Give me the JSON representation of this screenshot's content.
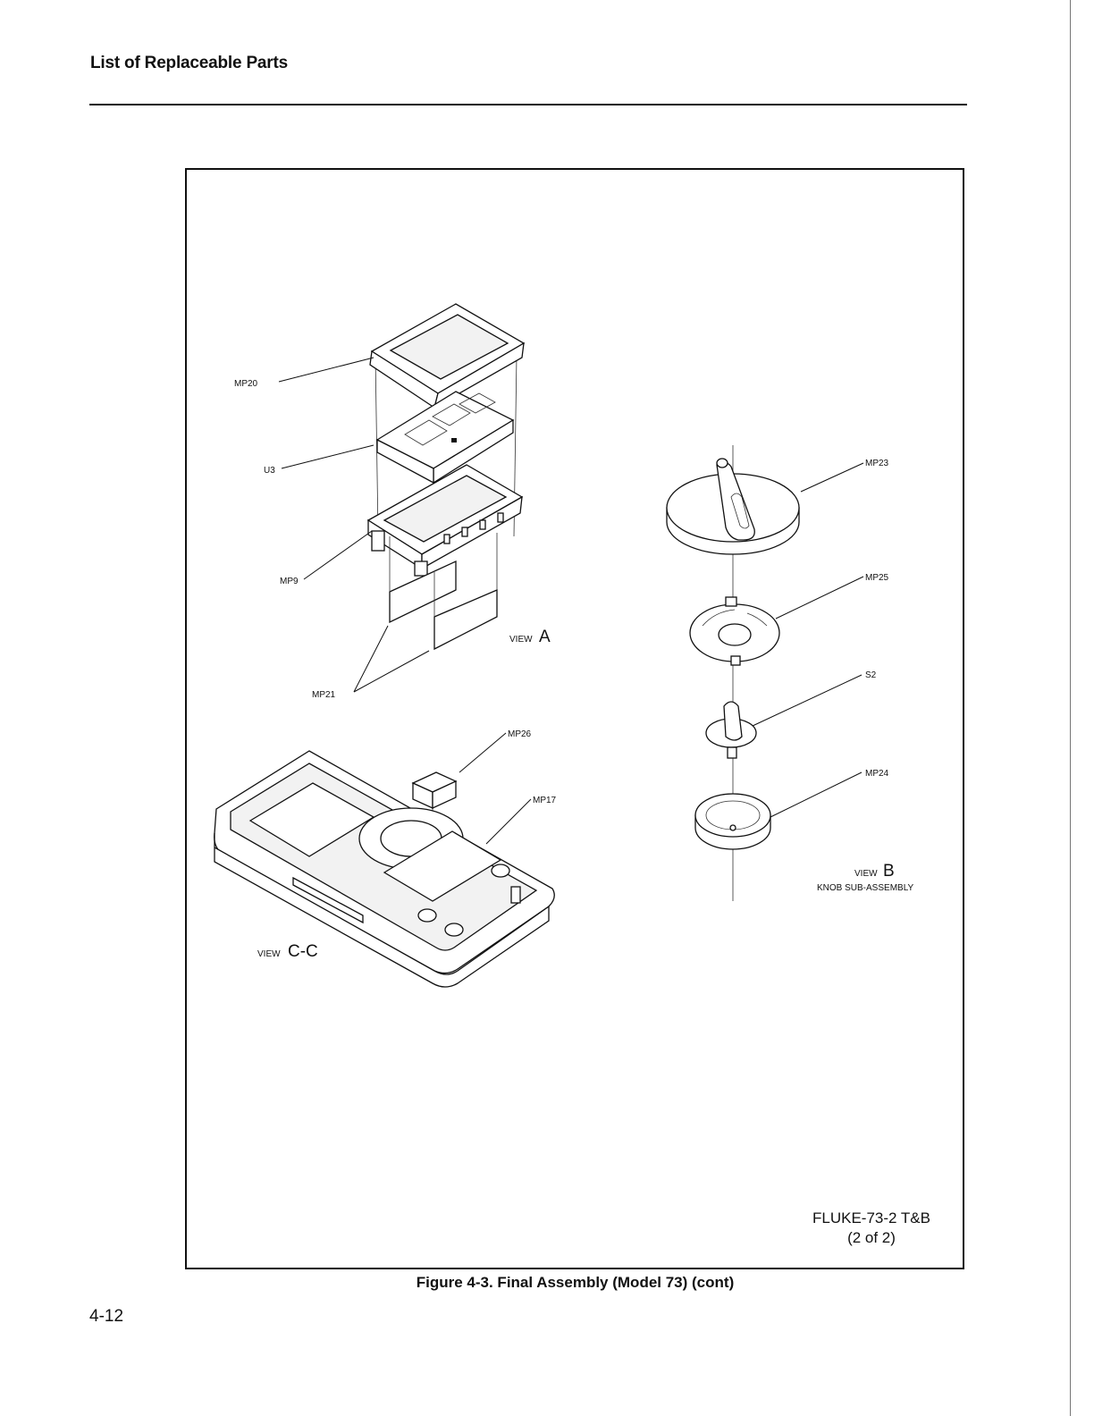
{
  "header": {
    "section_title": "List of Replaceable Parts"
  },
  "figure": {
    "callouts": {
      "mp20": "MP20",
      "u3": "U3",
      "mp9": "MP9",
      "mp21": "MP21",
      "mp23": "MP23",
      "mp25": "MP25",
      "s2": "S2",
      "mp24": "MP24",
      "mp26": "MP26",
      "mp17": "MP17"
    },
    "views": {
      "a": {
        "word": "VIEW",
        "letter": "A"
      },
      "b": {
        "word": "VIEW",
        "letter": "B",
        "subtitle": "KNOB SUB-ASSEMBLY"
      },
      "cc": {
        "word": "VIEW",
        "letter": "C-C"
      }
    },
    "part_number": "FLUKE-73-2 T&B",
    "sheet": "(2 of 2)",
    "caption": "Figure 4-3. Final Assembly (Model 73) (cont)"
  },
  "footer": {
    "page_number": "4-12"
  }
}
